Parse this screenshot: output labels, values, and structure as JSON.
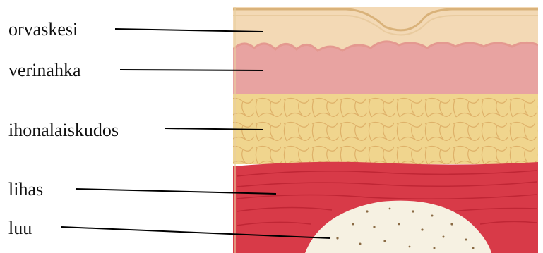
{
  "labels": [
    "orvaskesi",
    "verinahka",
    "ihonalaiskudos",
    "lihas",
    "luu"
  ],
  "colors": {
    "epidermis": "#f3d9b5",
    "epidermis_edge": "#d9b27a",
    "dermis": "#e8a3a1",
    "dermis_wave": "#e49990",
    "subcutis": "#f0d58e",
    "subcutis_cells": "#d9a860",
    "muscle": "#d83a48",
    "muscle_fiber": "#b8202f",
    "bone": "#f6f1e2",
    "bone_pores": "#8a6b45",
    "leader_line": "#000000"
  }
}
